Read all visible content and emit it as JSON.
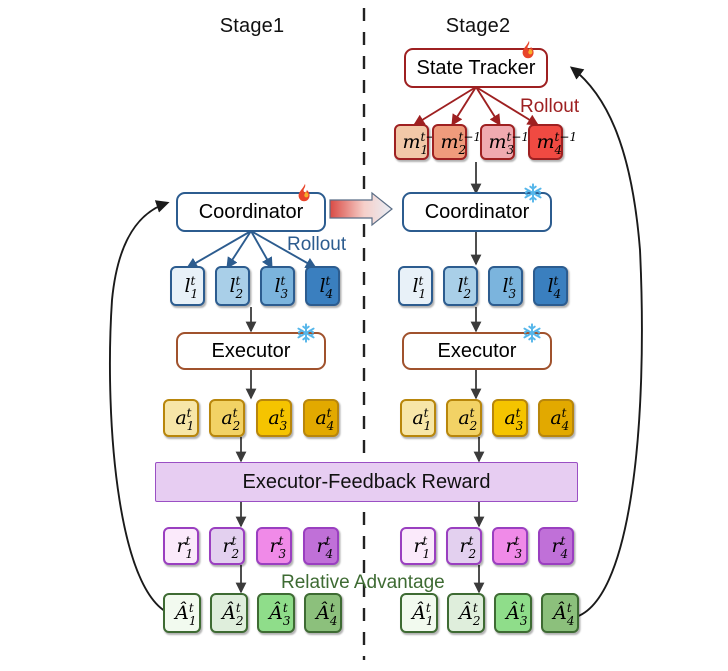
{
  "figure": {
    "title": "Two-stage RL training pipeline with Coordinator, Executor and State Tracker",
    "stages": [
      {
        "id": "stage1",
        "label": "Stage1"
      },
      {
        "id": "stage2",
        "label": "Stage2"
      }
    ],
    "divider": "vertical dashed line separating Stage1 and Stage2"
  },
  "modules": {
    "state_tracker": {
      "label": "State Tracker",
      "state": "trainable",
      "icon": "fire-icon",
      "color": "#9e2021"
    },
    "coordinator_stage1": {
      "label": "Coordinator",
      "state": "trainable",
      "icon": "fire-icon",
      "color": "#2c5c8f"
    },
    "coordinator_stage2": {
      "label": "Coordinator",
      "state": "frozen",
      "icon": "snowflake-icon",
      "color": "#2c5c8f"
    },
    "executor_stage1": {
      "label": "Executor",
      "state": "frozen",
      "icon": "snowflake-icon",
      "color": "#a0522d"
    },
    "executor_stage2": {
      "label": "Executor",
      "state": "frozen",
      "icon": "snowflake-icon",
      "color": "#a0522d"
    }
  },
  "reward": {
    "label": "Executor-Feedback Reward",
    "fill": "#e7cdf2",
    "stroke": "#9a4fc4"
  },
  "labels": {
    "rollout_blue": "Rollout",
    "rollout_red": "Rollout",
    "relative_advantage": "Relative Advantage"
  },
  "tokens": {
    "memory": {
      "name": "memory-tokens",
      "symbol": "m",
      "superscript": "t−1",
      "items": [
        {
          "text": "m",
          "sub": "1",
          "sup": "t−1",
          "fill": "#f2c8a8",
          "stroke": "#9e2021"
        },
        {
          "text": "m",
          "sub": "2",
          "sup": "t−1",
          "fill": "#ef9b7c",
          "stroke": "#9e2021"
        },
        {
          "text": "m",
          "sub": "3",
          "sup": "t−1",
          "fill": "#f0aab0",
          "stroke": "#9e2021"
        },
        {
          "text": "m",
          "sub": "4",
          "sup": "t−1",
          "fill": "#f04a42",
          "stroke": "#9e2021"
        }
      ]
    },
    "latent": {
      "name": "latent-tokens",
      "symbol": "l",
      "superscript": "t",
      "items": [
        {
          "text": "l",
          "sub": "1",
          "sup": "t",
          "fill": "#e8f1f8",
          "stroke": "#2c5c8f"
        },
        {
          "text": "l",
          "sub": "2",
          "sup": "t",
          "fill": "#a9cfe8",
          "stroke": "#2c5c8f"
        },
        {
          "text": "l",
          "sub": "3",
          "sup": "t",
          "fill": "#7bb4dd",
          "stroke": "#2c5c8f"
        },
        {
          "text": "l",
          "sub": "4",
          "sup": "t",
          "fill": "#3a7fbf",
          "stroke": "#2c5c8f"
        }
      ]
    },
    "action": {
      "name": "action-tokens",
      "symbol": "a",
      "superscript": "t",
      "items": [
        {
          "text": "a",
          "sub": "1",
          "sup": "t",
          "fill": "#f7e6a8",
          "stroke": "#b8860b"
        },
        {
          "text": "a",
          "sub": "2",
          "sup": "t",
          "fill": "#f2d265",
          "stroke": "#b8860b"
        },
        {
          "text": "a",
          "sub": "3",
          "sup": "t",
          "fill": "#f5c400",
          "stroke": "#b8860b"
        },
        {
          "text": "a",
          "sub": "4",
          "sup": "t",
          "fill": "#e2a900",
          "stroke": "#b8860b"
        }
      ]
    },
    "reward_tokens": {
      "name": "reward-tokens",
      "symbol": "r",
      "superscript": "t",
      "items": [
        {
          "text": "r",
          "sub": "1",
          "sup": "t",
          "fill": "#fbeafb",
          "stroke": "#9a3fc0"
        },
        {
          "text": "r",
          "sub": "2",
          "sup": "t",
          "fill": "#e3d0ef",
          "stroke": "#9a3fc0"
        },
        {
          "text": "r",
          "sub": "3",
          "sup": "t",
          "fill": "#f08ae8",
          "stroke": "#9a3fc0"
        },
        {
          "text": "r",
          "sub": "4",
          "sup": "t",
          "fill": "#c070d8",
          "stroke": "#9a3fc0"
        }
      ]
    },
    "advantage": {
      "name": "advantage-tokens",
      "symbol": "Â",
      "superscript": "t",
      "items": [
        {
          "text": "Â",
          "sub": "1",
          "sup": "t",
          "fill": "#f2faef",
          "stroke": "#3e6b33"
        },
        {
          "text": "Â",
          "sub": "2",
          "sup": "t",
          "fill": "#dfeedc",
          "stroke": "#3e6b33"
        },
        {
          "text": "Â",
          "sub": "3",
          "sup": "t",
          "fill": "#8fdd8a",
          "stroke": "#3e6b33"
        },
        {
          "text": "Â",
          "sub": "4",
          "sup": "t",
          "fill": "#8cc07c",
          "stroke": "#3e6b33"
        }
      ]
    }
  },
  "flows": {
    "stage_transition": {
      "name": "stage-transition-arrow",
      "from": "#d94a44",
      "to": "#e8eef6"
    },
    "feedback_left": "Advantage feedback from Â tokens to Stage1 Coordinator",
    "feedback_right": "Advantage feedback from Â tokens to State Tracker"
  }
}
